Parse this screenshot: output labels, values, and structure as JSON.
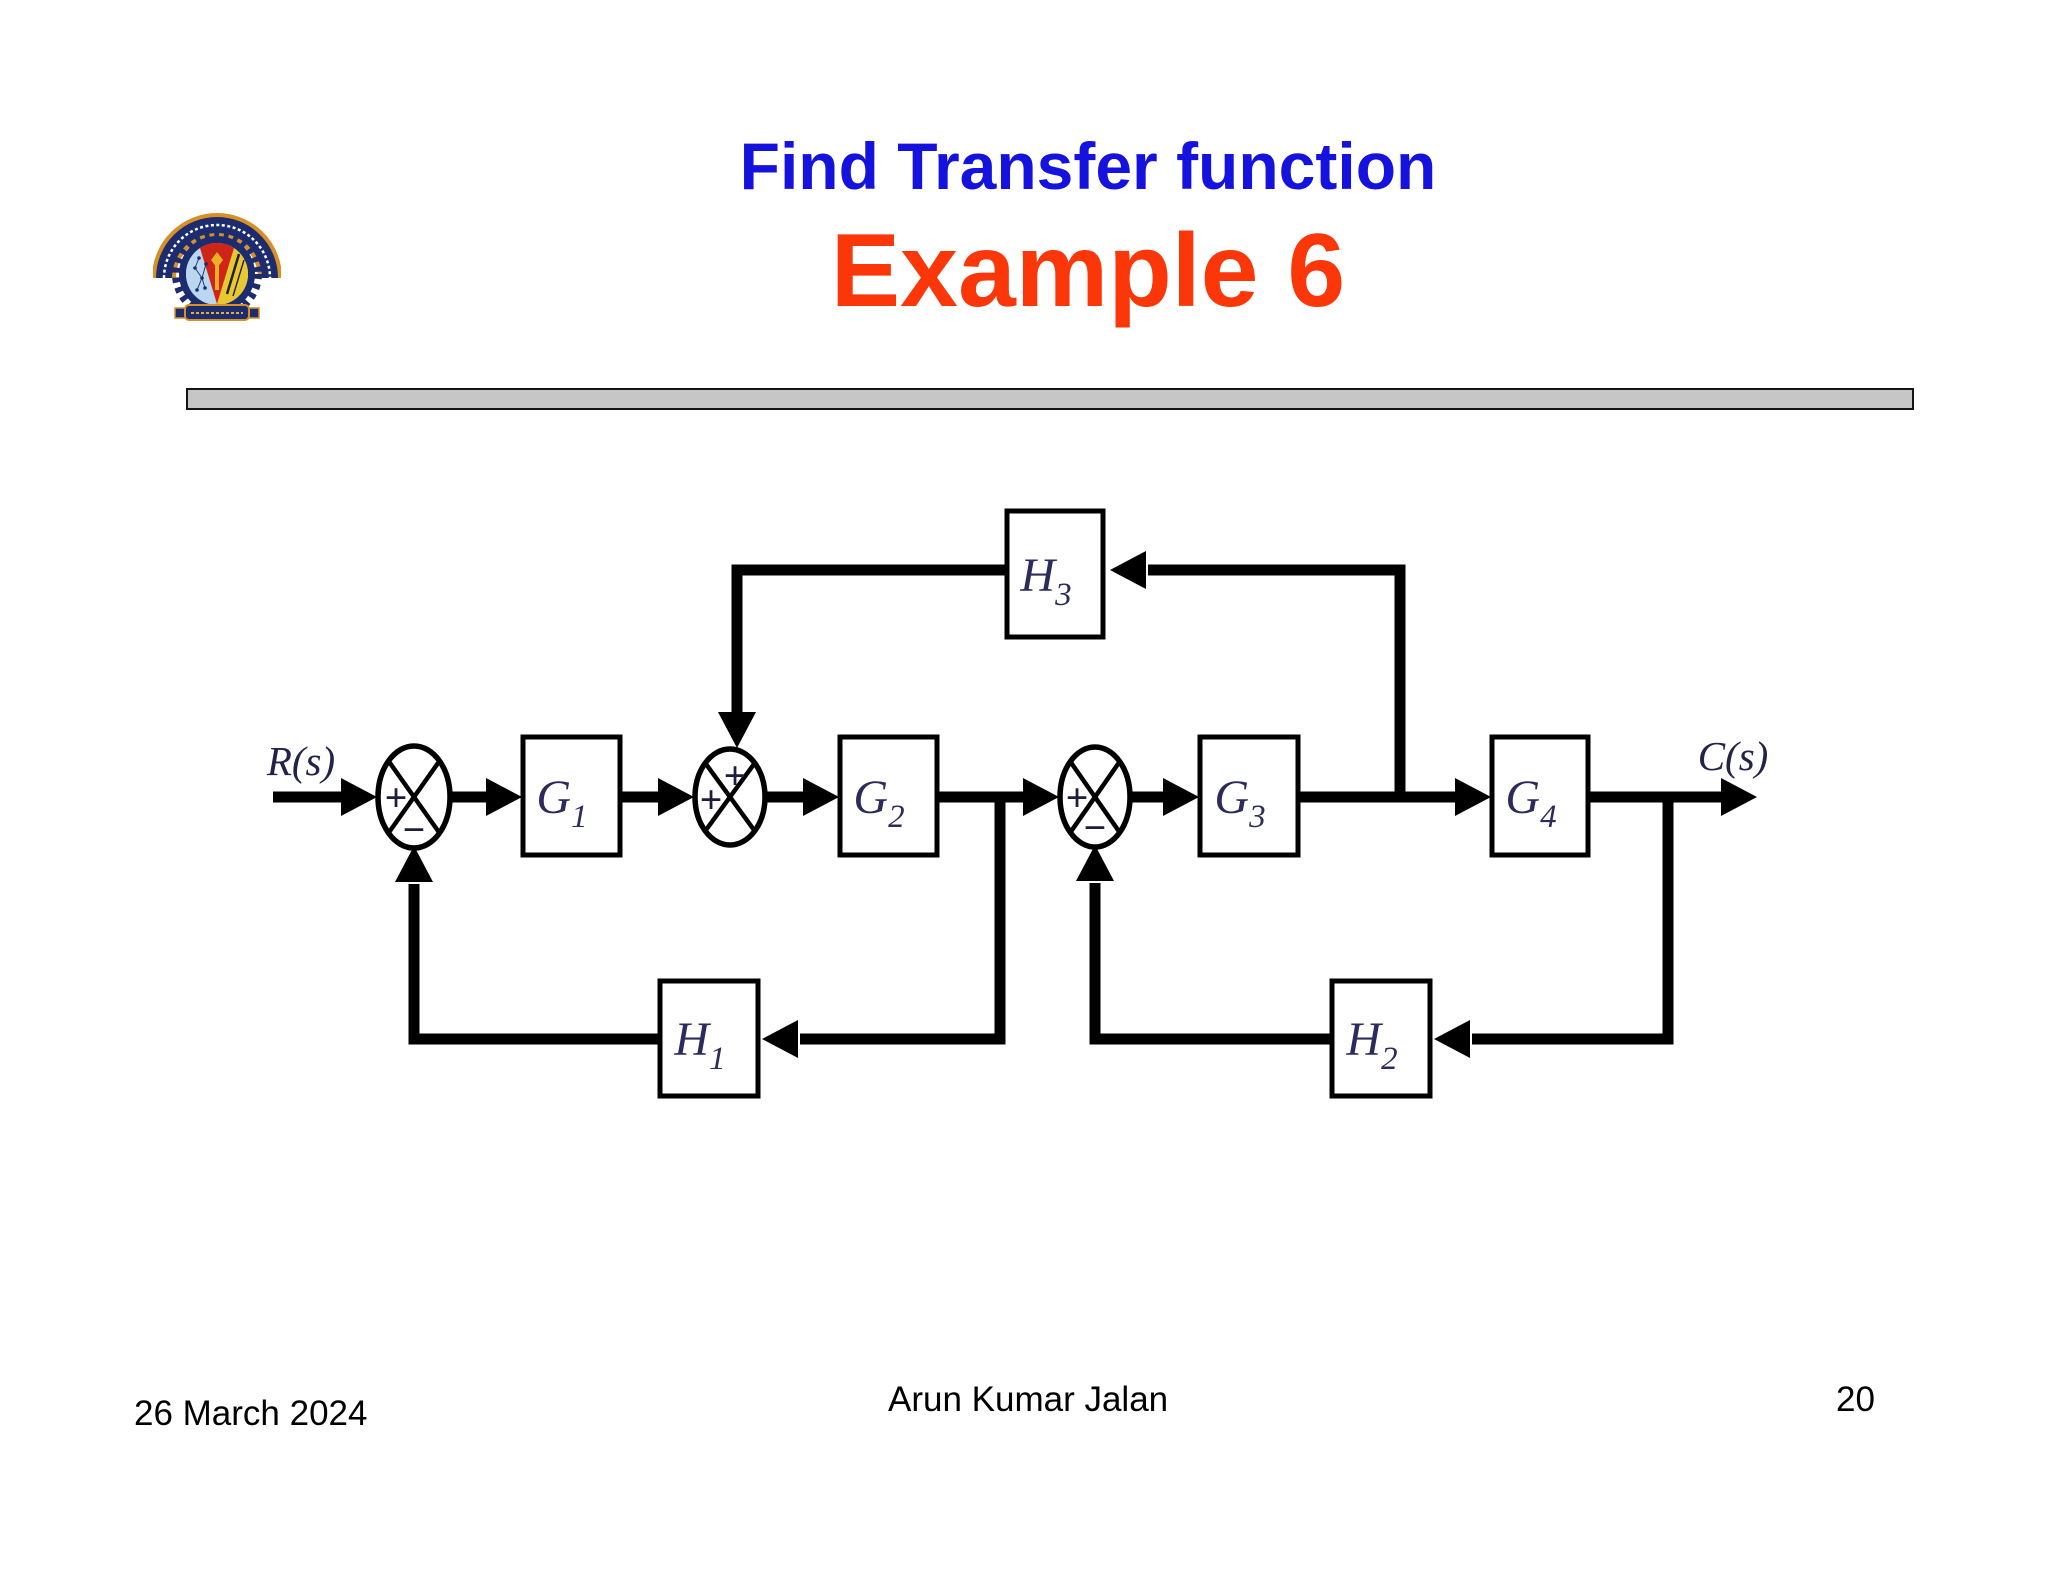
{
  "title": {
    "line1": "Find Transfer function",
    "line2": "Example 6"
  },
  "colors": {
    "title_blue": "#1612dd",
    "example_orange": "#fb3608",
    "diagram_ink": "#000000",
    "math_label_ink": "#2b2b5e",
    "divider_gray": "#c6c6c6"
  },
  "diagram": {
    "input_label": "R(s)",
    "output_label": "C(s)",
    "blocks": [
      {
        "base": "G",
        "sub": "1"
      },
      {
        "base": "G",
        "sub": "2"
      },
      {
        "base": "G",
        "sub": "3"
      },
      {
        "base": "G",
        "sub": "4"
      },
      {
        "base": "H",
        "sub": "1"
      },
      {
        "base": "H",
        "sub": "2"
      },
      {
        "base": "H",
        "sub": "3"
      }
    ],
    "junctions": [
      {
        "sign1": "+",
        "sign2": "−"
      },
      {
        "sign1": "+",
        "sign2": "+"
      },
      {
        "sign1": "+",
        "sign2": "−"
      }
    ]
  },
  "footer": {
    "date": "26 March 2024",
    "author": "Arun Kumar Jalan",
    "page": "20"
  }
}
